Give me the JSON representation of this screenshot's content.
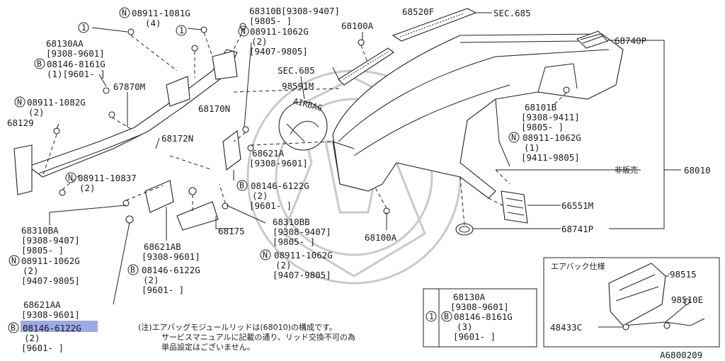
{
  "labels": {
    "l1": "08911-1081G",
    "l1q": "(4)",
    "l2": "68310B[9308-9407]",
    "l2b": "[9805-    ]",
    "l3": "08911-1062G",
    "l3q": "(2)",
    "l3d": "[9407-9805]",
    "l4": "68520F",
    "l5": "SEC.685",
    "l6": "68100A",
    "l7": "68740P",
    "l8": "68130AA",
    "l8d": "[9308-9601]",
    "l9": "08146-8161G",
    "l9d": "(1)[9601-    ]",
    "l10": "67870M",
    "l11": "SEC.685",
    "l12": "98591M",
    "airbag_text": "AIRBAG",
    "l13": "08911-1082G",
    "l13q": "(2)",
    "l14": "68129",
    "l15": "68170N",
    "l16": "68101B",
    "l16a": "[9308-9411]",
    "l16b": "[9805-    ]",
    "l16c": "08911-1062G",
    "l16d": "(1)",
    "l16e": "[9411-9805]",
    "l17": "68172N",
    "l18": "68621A",
    "l18d": "[9308-9601]",
    "l18e": "08146-6122G",
    "l18q": "(2)",
    "l18f": "[9601-    ]",
    "l19": "非販売",
    "l20": "68010",
    "l21": "08911-10837",
    "l21q": "(2)",
    "l22": "66551M",
    "l23": "68310BA",
    "l23a": "[9308-9407]",
    "l23b": "[9805-    ]",
    "l23c": "08911-1062G",
    "l23q": "(2)",
    "l23d": "[9407-9805]",
    "l24": "68175",
    "l25": "68310BB",
    "l25a": "[9308-9407]",
    "l25b": "[9805-    ]",
    "l25c": "08911-1062G",
    "l25q": "(2)",
    "l25d": "[9407-9805]",
    "l26": "68100A",
    "l27": "68741P",
    "l28": "68621AB",
    "l28a": "[9308-9601]",
    "l28b": "08146-6122G",
    "l28q": "(2)",
    "l28c": "[9601-    ]",
    "l29": "68621AA",
    "l29a": "[9308-9601]",
    "l29b": "08146-6122G",
    "l29q": "(2)",
    "l29c": "[9601-    ]",
    "note1": "(注)エアバッグモジュールリッドは(68010)の構成です。",
    "note2": "サービスマニュアルに記載の通り、リッド交換不可の為",
    "note3": "単品設定はございません。",
    "box1_title": "エアバック仕様",
    "box1_a": "98515",
    "box1_b": "98510E",
    "box1_c": "48433C",
    "box2_a": "68130A",
    "box2_b": "[9308-9601]",
    "box2_c": "08146-8161G",
    "box2_q": "(3)",
    "box2_d": "[9601-    ]",
    "ref": "A6800209"
  },
  "markers": {
    "circled_1": "1",
    "circled_n": "N",
    "circled_b": "B"
  },
  "colors": {
    "line": "#222222",
    "highlight": "#8a9be0",
    "watermark": "#c9c9c9"
  }
}
